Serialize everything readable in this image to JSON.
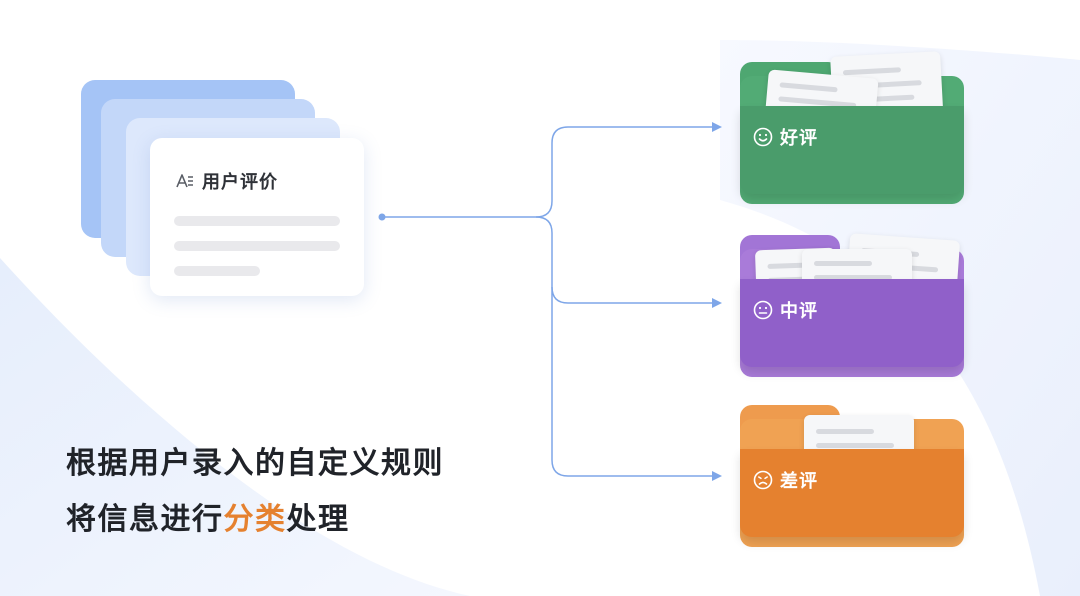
{
  "source_card": {
    "title": "用户评价",
    "icon": "text-format-icon"
  },
  "categories": [
    {
      "label": "好评",
      "icon": "smile-icon",
      "color": "#4a9c6b"
    },
    {
      "label": "中评",
      "icon": "neutral-face-icon",
      "color": "#9060c9"
    },
    {
      "label": "差评",
      "icon": "frown-icon",
      "color": "#e5812f"
    }
  ],
  "caption": {
    "line1": "根据用户录入的自定义规则",
    "line2_prefix": "将信息进行",
    "line2_highlight": "分类",
    "line2_suffix": "处理",
    "highlight_color": "#e5812f"
  },
  "connector_color": "#7ea6e8"
}
